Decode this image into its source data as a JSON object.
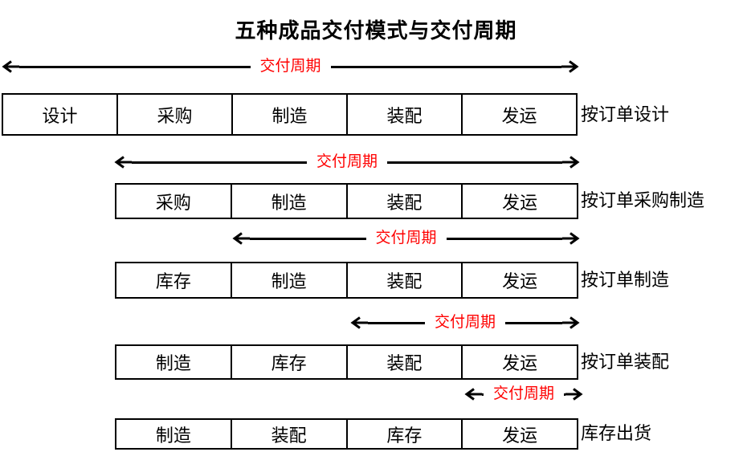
{
  "title": "五种成品交付模式与交付周期",
  "colors": {
    "background": "#ffffff",
    "text": "#000000",
    "box_border": "#000000",
    "arrow": "#000000",
    "cycle_label": "#ff0000"
  },
  "rows": [
    {
      "arrow_label": "交付周期",
      "boxes": [
        "设计",
        "采购",
        "制造",
        "装配",
        "发运"
      ],
      "label": "按订单设计"
    },
    {
      "arrow_label": "交付周期",
      "boxes": [
        "采购",
        "制造",
        "装配",
        "发运"
      ],
      "label": "按订单采购制造"
    },
    {
      "arrow_label": "交付周期",
      "boxes": [
        "库存",
        "制造",
        "装配",
        "发运"
      ],
      "label": "按订单制造"
    },
    {
      "arrow_label": "交付周期",
      "boxes": [
        "制造",
        "库存",
        "装配",
        "发运"
      ],
      "label": "按订单装配"
    },
    {
      "arrow_label": "交付周期",
      "boxes": [
        "制造",
        "装配",
        "库存",
        "发运"
      ],
      "label": "库存出货"
    }
  ]
}
